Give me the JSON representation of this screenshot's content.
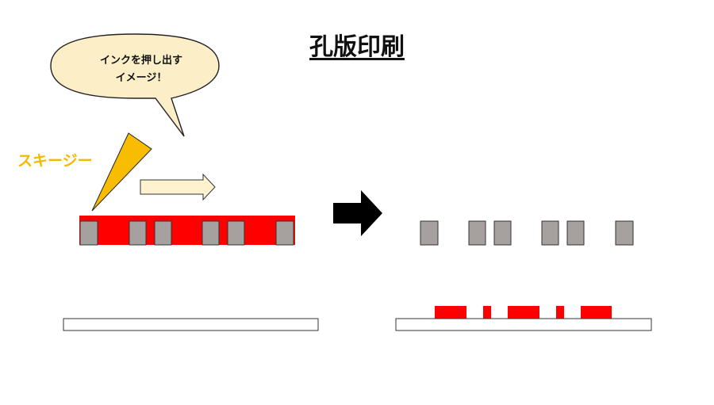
{
  "title": "孔版印刷",
  "bubble": {
    "line1": "インクを押し出す",
    "line2": "イメージ！"
  },
  "squeegee_label": "スキージー",
  "colors": {
    "ink": "#ff0000",
    "stencil": "#a6a19f",
    "squeegee": "#f8bc00",
    "bubble_fill": "#fcefc8",
    "arrow_fill": "#fff3cf",
    "big_arrow": "#000000"
  }
}
